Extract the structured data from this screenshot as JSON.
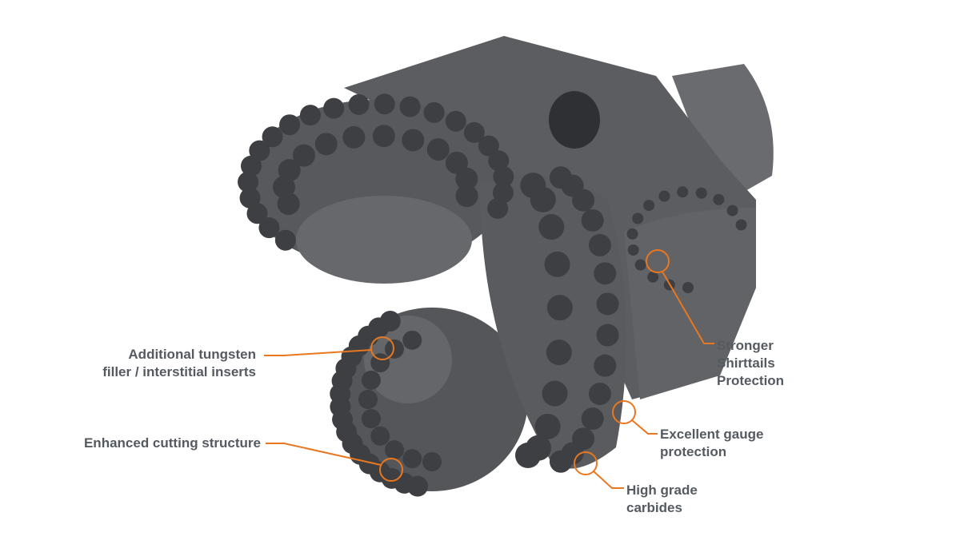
{
  "colors": {
    "accent": "#e8771f",
    "text": "#555a61",
    "body": "#5f6063",
    "dark": "#3e3f42"
  },
  "callouts": [
    {
      "id": "tungsten",
      "lines": [
        "Additional tungsten",
        "filler / interstitial inserts"
      ]
    },
    {
      "id": "cutting",
      "lines": [
        "Enhanced cutting structure"
      ]
    },
    {
      "id": "shirttails",
      "lines": [
        "Stronger",
        "Shirttails",
        "Protection"
      ]
    },
    {
      "id": "gauge",
      "lines": [
        "Excellent gauge",
        "protection"
      ]
    },
    {
      "id": "carbides",
      "lines": [
        "High grade",
        "carbides"
      ]
    }
  ]
}
